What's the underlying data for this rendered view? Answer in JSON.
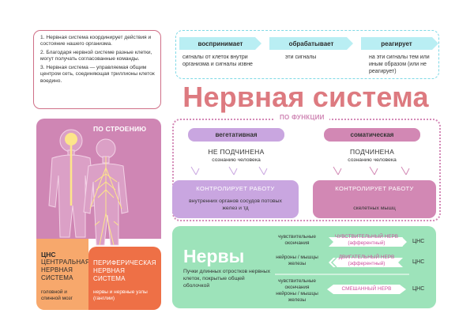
{
  "intro": {
    "p1": "1. Нервная система координирует действия и состояние нашего организма.",
    "p2": "2. Благодаря нервной системе разные клетки, могут получать согласованные команды.",
    "p3": "3. Нервная система — управляемая общим центром сеть, соединяющая триллионы клеток воедино."
  },
  "process": {
    "steps": [
      {
        "title": "воспринимает",
        "text": "сигналы от клеток внутри организма и сигналы извне"
      },
      {
        "title": "обрабатывает",
        "text": "эти сигналы"
      },
      {
        "title": "реагирует",
        "text": "на эти сигналы тем или иным образом (или не реагирует)"
      }
    ]
  },
  "title": "Нервная система",
  "structure": {
    "title": "ПО СТРОЕНИЮ",
    "cns": {
      "abbr": "ЦНС",
      "name": "ЦЕНТРАЛЬНАЯ НЕРВНАЯ СИСТЕМА",
      "desc": "головной и спинной мозг"
    },
    "pns": {
      "name": "ПЕРИФЕРИЧЕСКАЯ НЕРВНАЯ СИСТЕМА",
      "desc": "нервы и нервные узлы (ганглии)"
    }
  },
  "function": {
    "title": "ПО ФУНКЦИИ",
    "vegetative": {
      "name": "вегетативная",
      "status": "НЕ ПОДЧИНЕНА",
      "sub": "сознанию человека",
      "control_title": "КОНТРОЛИРУЕТ РАБОТУ",
      "control_text": "внутренних органов сосудов потовых желез и тд"
    },
    "somatic": {
      "name": "соматическая",
      "status": "ПОДЧИНЕНА",
      "sub": "сознанию человека",
      "control_title": "КОНТРОЛИРУЕТ РАБОТУ",
      "control_text": "скелетных мышц"
    }
  },
  "nerves": {
    "title": "Нервы",
    "desc": "Пучки длинных отростков нервных клеток, покрытые общей оболочкой",
    "rows": [
      {
        "left": "чувствительные окончания",
        "label": "ЧУВСТВИТЕЛЬНЫЙ НЕРВ (афферентный)",
        "right": "ЦНС"
      },
      {
        "left": "нейроны / мышцы железы",
        "label": "ДВИГАТЕЛЬНЫЙ НЕРВ (эфферентный)",
        "right": "ЦНС"
      },
      {
        "left": "чувствительные окончания",
        "left2": "нейроны / мышцы железы",
        "label": "СМЕШАННЫЙ НЕРВ",
        "right": "ЦНС"
      }
    ]
  },
  "colors": {
    "title": "#dd7a80",
    "structure": "#cf86b4",
    "cns": "#f7a86c",
    "pns": "#ee7046",
    "vegetative": "#c9a6e0",
    "somatic": "#d288b4",
    "nerves": "#9de3ba",
    "process": "#b9eef3"
  }
}
